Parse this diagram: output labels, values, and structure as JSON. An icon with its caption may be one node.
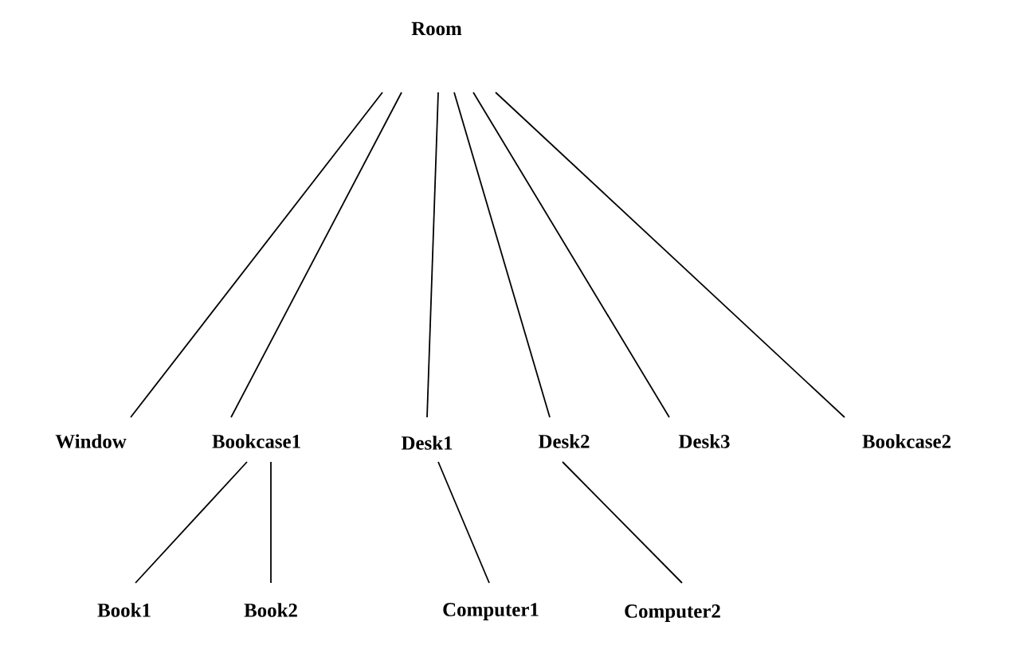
{
  "diagram": {
    "nodes": [
      {
        "text": [
          "Room"
        ]
      },
      {
        "text": [
          "Window"
        ]
      },
      {
        "text": [
          "Bookcase1"
        ]
      },
      {
        "text": [
          "Desk1"
        ]
      },
      {
        "text": [
          "Desk2"
        ]
      },
      {
        "text": [
          "Desk3"
        ]
      },
      {
        "text": [
          "Bookcase2"
        ]
      },
      {
        "text": [
          "Book1"
        ]
      },
      {
        "text": [
          "Book2"
        ]
      },
      {
        "text": [
          "Computer1"
        ]
      },
      {
        "text": [
          "Computer2"
        ]
      }
    ],
    "edges": [
      {
        "from": 0,
        "to": 1,
        "arrow": "none"
      },
      {
        "from": 0,
        "to": 2,
        "arrow": "none"
      },
      {
        "from": 0,
        "to": 3,
        "arrow": "none"
      },
      {
        "from": 0,
        "to": 4,
        "arrow": "none"
      },
      {
        "from": 0,
        "to": 5,
        "arrow": "none"
      },
      {
        "from": 0,
        "to": 6,
        "arrow": "none"
      },
      {
        "from": 2,
        "to": 7,
        "arrow": "none"
      },
      {
        "from": 2,
        "to": 8,
        "arrow": "none"
      },
      {
        "from": 3,
        "to": 9,
        "arrow": "none"
      },
      {
        "from": 4,
        "to": 10,
        "arrow": "none"
      }
    ]
  }
}
